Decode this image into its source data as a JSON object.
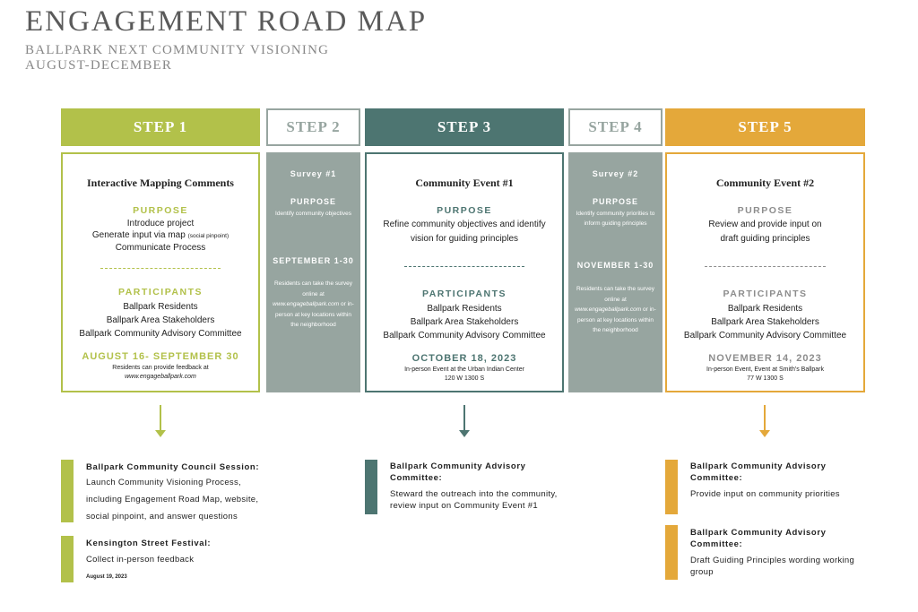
{
  "header": {
    "title": "ENGAGEMENT ROAD MAP",
    "subtitle_line1": "BALLPARK NEXT COMMUNITY VISIONING",
    "subtitle_line2": "AUGUST-DECEMBER"
  },
  "colors": {
    "step1": "#b2c14a",
    "step3": "#4d7571",
    "step5": "#e4a83a",
    "gray": "#97a5a0"
  },
  "steps": [
    {
      "label": "STEP 1",
      "title": "Interactive Mapping Comments",
      "purpose_label": "PURPOSE",
      "purpose_line1": "Introduce project",
      "purpose_line2_main": "Generate input via map",
      "purpose_line2_small": "(social pinpoint)",
      "purpose_line3": "Communicate Process",
      "participants_label": "PARTICIPANTS",
      "participants": [
        "Ballpark Residents",
        "Ballpark Area Stakeholders",
        "Ballpark Community Advisory Committee"
      ],
      "date": "AUGUST 16- SEPTEMBER 30",
      "note_line1": "Residents can provide feedback at",
      "note_line2": "www.engageballpark.com"
    },
    {
      "label": "STEP 2",
      "title": "Survey #1",
      "purpose_label": "PURPOSE",
      "purpose": "Identify community objectives",
      "date": "SEPTEMBER 1-30",
      "note_line1": "Residents can take the survey",
      "note_line2": "online at",
      "note_link": "www.engageballpark.com",
      "note_line3_suffix": "or in-",
      "note_line4": "person at key locations within",
      "note_line5": "the neighborhood"
    },
    {
      "label": "STEP 3",
      "title": "Community Event #1",
      "purpose_label": "PURPOSE",
      "purpose_line1": "Refine community objectives and identify",
      "purpose_line2": "vision for guiding principles",
      "participants_label": "PARTICIPANTS",
      "participants": [
        "Ballpark Residents",
        "Ballpark Area Stakeholders",
        "Ballpark Community Advisory Committee"
      ],
      "date": "OCTOBER 18, 2023",
      "note_line1": "In-person Event at the Urban Indian Center",
      "note_line2": "120 W 1300 S"
    },
    {
      "label": "STEP 4",
      "title": "Survey #2",
      "purpose_label": "PURPOSE",
      "purpose_line1": "Identify community priorities to",
      "purpose_line2": "inform guiding principles",
      "date": "NOVEMBER 1-30",
      "note_line1": "Residents can take the survey",
      "note_line2": "online at",
      "note_link": "www.engageballpark.com",
      "note_line3_suffix": "or in-",
      "note_line4": "person at key locations within",
      "note_line5": "the neighborhood"
    },
    {
      "label": "STEP 5",
      "title": "Community Event #2",
      "purpose_label": "PURPOSE",
      "purpose_line1": "Review and provide input on",
      "purpose_line2": "draft guiding principles",
      "participants_label": "PARTICIPANTS",
      "participants": [
        "Ballpark Residents",
        "Ballpark Area Stakeholders",
        "Ballpark Community Advisory Committee"
      ],
      "date": "NOVEMBER 14, 2023",
      "note_line1": "In-person Event, Event at Smith's Ballpark",
      "note_line2": "77 W 1300 S"
    }
  ],
  "notes": {
    "step1_a": {
      "title": "Ballpark Community Council Session:",
      "body_line1": "Launch Community Visioning Process,",
      "body_line2": "including Engagement Road Map, website,",
      "body_line3": "social pinpoint, and answer questions"
    },
    "step1_b": {
      "title": "Kensington Street Festival:",
      "body_line1": "Collect in-person feedback",
      "date": "August 19, 2023"
    },
    "step3_a": {
      "title_line1": "Ballpark Community Advisory",
      "title_line2": "Committee:",
      "body_line1": "Steward the outreach into the community,",
      "body_line2": "review input on Community Event #1"
    },
    "step5_a": {
      "title_line1": "Ballpark Community Advisory",
      "title_line2": "Committee:",
      "body_line1": "Provide input on community priorities"
    },
    "step5_b": {
      "title_line1": "Ballpark Community Advisory",
      "title_line2": "Committee:",
      "body_line1": "Draft Guiding Principles wording working",
      "body_line2": "group"
    }
  }
}
